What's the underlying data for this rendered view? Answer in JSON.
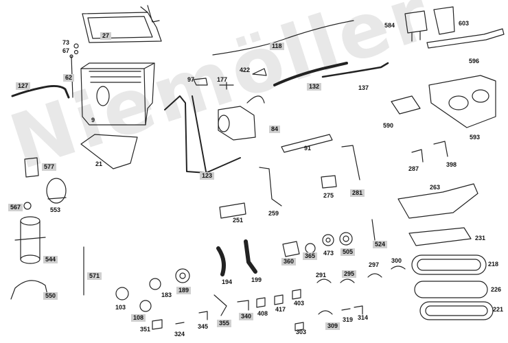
{
  "watermark": "Niemöller",
  "callouts": [
    {
      "id": "c27",
      "text": "27",
      "boxed": true
    },
    {
      "id": "c73",
      "text": "73",
      "boxed": false
    },
    {
      "id": "c67",
      "text": "67",
      "boxed": false
    },
    {
      "id": "c62",
      "text": "62",
      "boxed": true
    },
    {
      "id": "c127",
      "text": "127",
      "boxed": true
    },
    {
      "id": "c9",
      "text": "9",
      "boxed": false
    },
    {
      "id": "c21",
      "text": "21",
      "boxed": false
    },
    {
      "id": "c118",
      "text": "118",
      "boxed": true
    },
    {
      "id": "c97",
      "text": "97",
      "boxed": false
    },
    {
      "id": "c177",
      "text": "177",
      "boxed": false
    },
    {
      "id": "c422",
      "text": "422",
      "boxed": false
    },
    {
      "id": "c132",
      "text": "132",
      "boxed": true
    },
    {
      "id": "c137",
      "text": "137",
      "boxed": false
    },
    {
      "id": "c84",
      "text": "84",
      "boxed": true
    },
    {
      "id": "c91",
      "text": "91",
      "boxed": false
    },
    {
      "id": "c123",
      "text": "123",
      "boxed": true
    },
    {
      "id": "c584",
      "text": "584",
      "boxed": false
    },
    {
      "id": "c603",
      "text": "603",
      "boxed": false
    },
    {
      "id": "c596",
      "text": "596",
      "boxed": false
    },
    {
      "id": "c590",
      "text": "590",
      "boxed": false
    },
    {
      "id": "c593",
      "text": "593",
      "boxed": false
    },
    {
      "id": "c287",
      "text": "287",
      "boxed": false
    },
    {
      "id": "c398",
      "text": "398",
      "boxed": false
    },
    {
      "id": "c577",
      "text": "577",
      "boxed": true
    },
    {
      "id": "c567",
      "text": "567",
      "boxed": true
    },
    {
      "id": "c553",
      "text": "553",
      "boxed": false
    },
    {
      "id": "c544",
      "text": "544",
      "boxed": true
    },
    {
      "id": "c550",
      "text": "550",
      "boxed": true
    },
    {
      "id": "c571",
      "text": "571",
      "boxed": true
    },
    {
      "id": "c251",
      "text": "251",
      "boxed": false
    },
    {
      "id": "c259",
      "text": "259",
      "boxed": false
    },
    {
      "id": "c275",
      "text": "275",
      "boxed": false
    },
    {
      "id": "c281",
      "text": "281",
      "boxed": true
    },
    {
      "id": "c263",
      "text": "263",
      "boxed": false
    },
    {
      "id": "c231",
      "text": "231",
      "boxed": false
    },
    {
      "id": "c524",
      "text": "524",
      "boxed": true
    },
    {
      "id": "c360",
      "text": "360",
      "boxed": true
    },
    {
      "id": "c365",
      "text": "365",
      "boxed": true
    },
    {
      "id": "c473",
      "text": "473",
      "boxed": false
    },
    {
      "id": "c505",
      "text": "505",
      "boxed": true
    },
    {
      "id": "c297",
      "text": "297",
      "boxed": false
    },
    {
      "id": "c300",
      "text": "300",
      "boxed": false
    },
    {
      "id": "c218",
      "text": "218",
      "boxed": false
    },
    {
      "id": "c194",
      "text": "194",
      "boxed": false
    },
    {
      "id": "c199",
      "text": "199",
      "boxed": false
    },
    {
      "id": "c291",
      "text": "291",
      "boxed": false
    },
    {
      "id": "c295",
      "text": "295",
      "boxed": true
    },
    {
      "id": "c226",
      "text": "226",
      "boxed": false
    },
    {
      "id": "c103",
      "text": "103",
      "boxed": false
    },
    {
      "id": "c183",
      "text": "183",
      "boxed": false
    },
    {
      "id": "c189",
      "text": "189",
      "boxed": true
    },
    {
      "id": "c108",
      "text": "108",
      "boxed": true
    },
    {
      "id": "c351",
      "text": "351",
      "boxed": false
    },
    {
      "id": "c324",
      "text": "324",
      "boxed": false
    },
    {
      "id": "c345",
      "text": "345",
      "boxed": false
    },
    {
      "id": "c355",
      "text": "355",
      "boxed": true
    },
    {
      "id": "c340",
      "text": "340",
      "boxed": true
    },
    {
      "id": "c408",
      "text": "408",
      "boxed": false
    },
    {
      "id": "c417",
      "text": "417",
      "boxed": false
    },
    {
      "id": "c403",
      "text": "403",
      "boxed": false
    },
    {
      "id": "c303",
      "text": "303",
      "boxed": false
    },
    {
      "id": "c309",
      "text": "309",
      "boxed": true
    },
    {
      "id": "c319",
      "text": "319",
      "boxed": false
    },
    {
      "id": "c314",
      "text": "314",
      "boxed": false
    },
    {
      "id": "c221",
      "text": "221",
      "boxed": false
    }
  ]
}
